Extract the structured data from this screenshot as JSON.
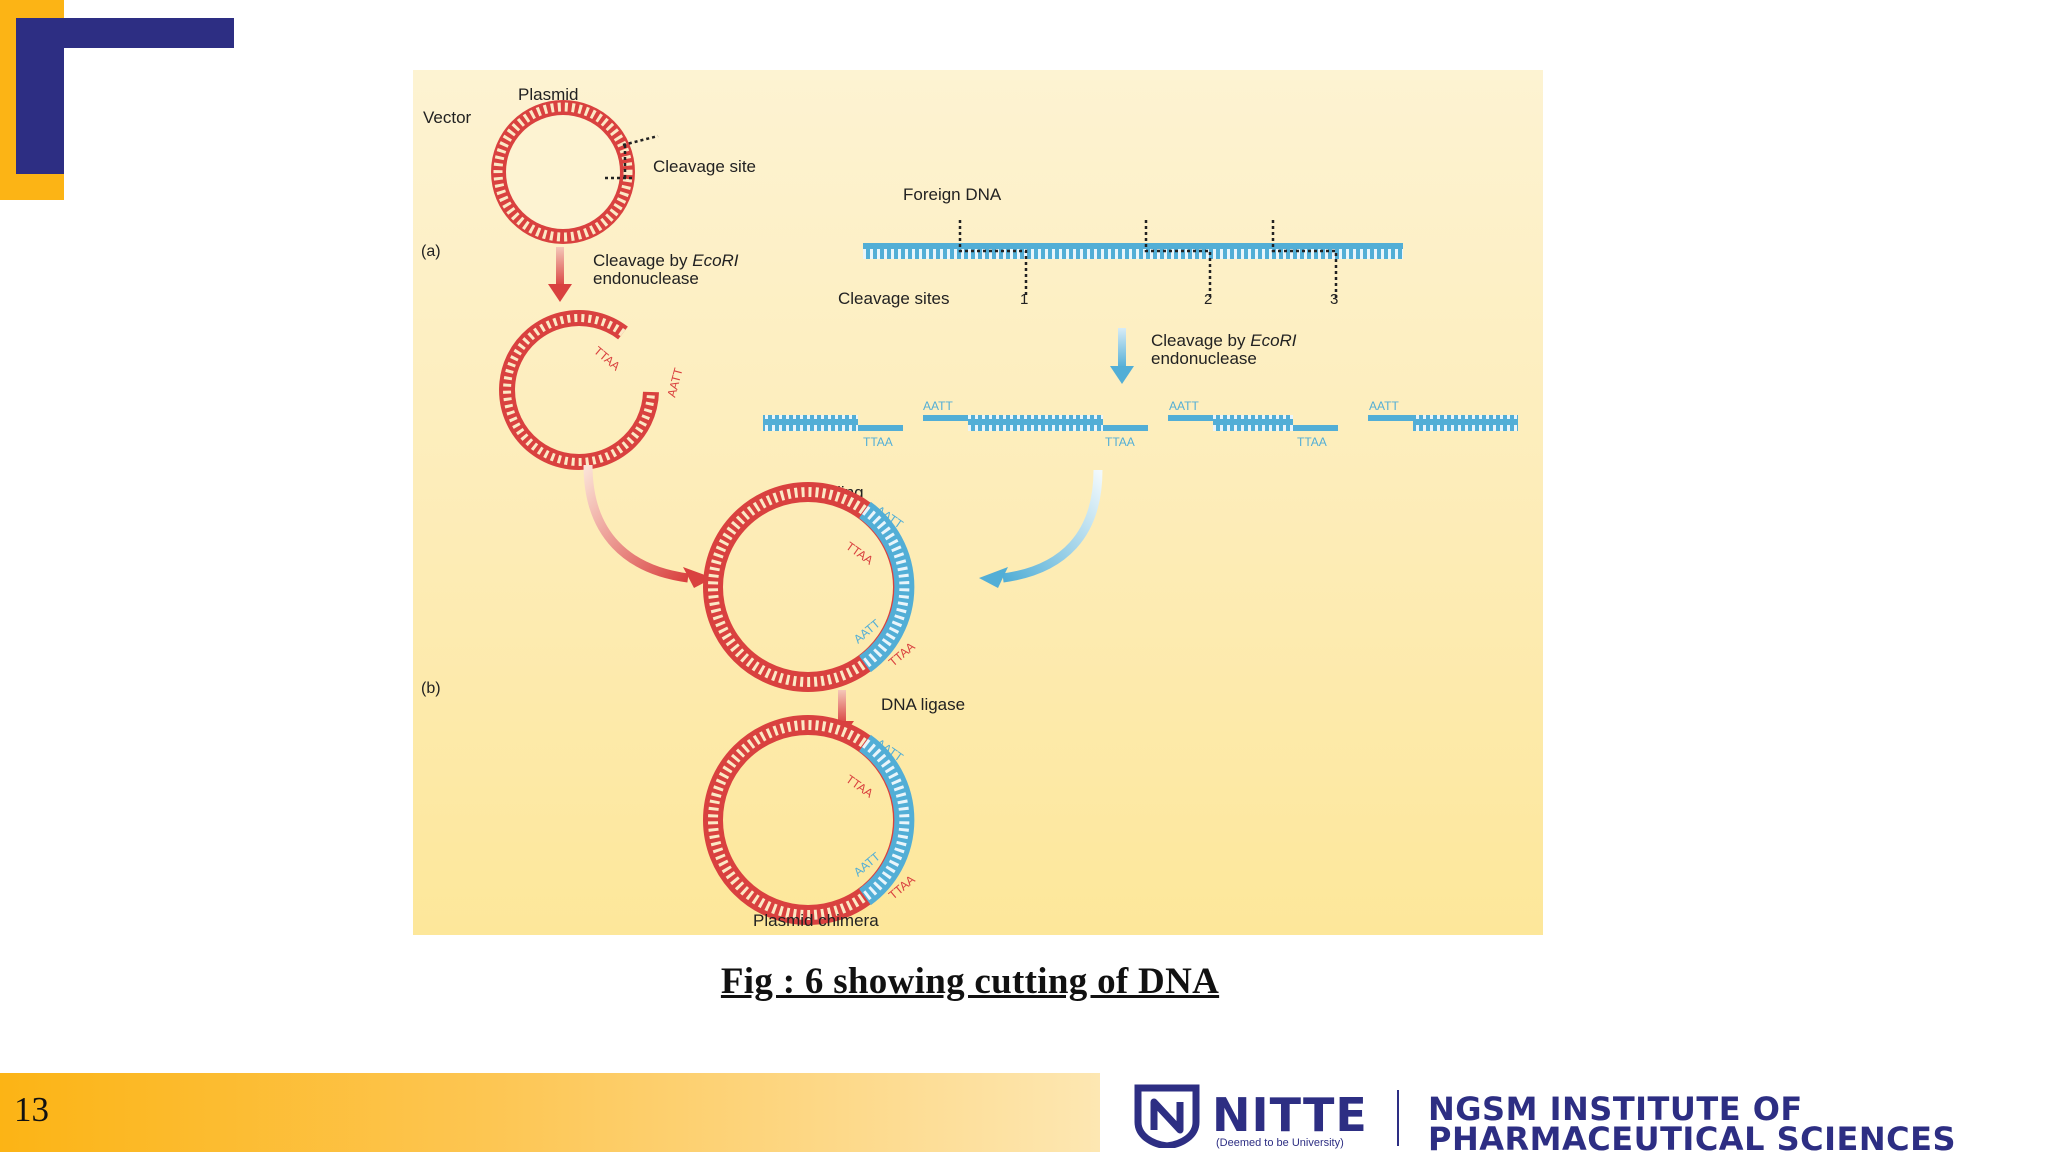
{
  "slide": {
    "number": "13"
  },
  "figure": {
    "labels": {
      "plasmid": "Plasmid",
      "vector": "Vector",
      "cleavage_site": "Cleavage site",
      "foreign_dna": "Foreign DNA",
      "panel_a": "(a)",
      "panel_b": "(b)",
      "cleavage_by": "Cleavage by ",
      "ecori": "EcoRI",
      "endonuclease": "endonuclease",
      "cleavage_sites": "Cleavage sites",
      "site_1": "1",
      "site_2": "2",
      "site_3": "3",
      "annealing": "Annealing",
      "dna_ligase": "DNA ligase",
      "plasmid_chimera": "Plasmid chimera",
      "aatt": "AATT",
      "ttaa": "TTAA"
    },
    "colors": {
      "plasmid": "#d9413f",
      "foreign": "#52aed6",
      "background": "#fdeeb9"
    }
  },
  "caption": "Fig : 6 showing cutting of DNA ",
  "logo": {
    "name": "NITTE",
    "subtitle": "(Deemed to be University)",
    "institute_line1": "NGSM INSTITUTE OF",
    "institute_line2": "PHARMACEUTICAL SCIENCES"
  },
  "brand_colors": {
    "navy": "#2d2e83",
    "yellow": "#fcb415"
  }
}
